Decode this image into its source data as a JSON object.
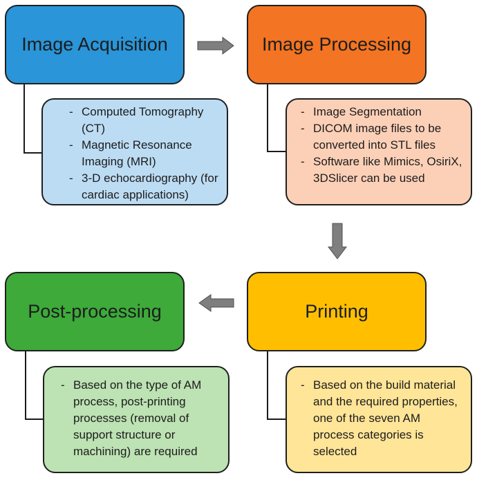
{
  "colors": {
    "acquisition_box": "#2a95d8",
    "acquisition_detail": "#bcdcf3",
    "processing_box": "#f37422",
    "processing_detail": "#fcd0b7",
    "printing_box": "#ffbf00",
    "printing_detail": "#ffe597",
    "postprocessing_box": "#3daa3a",
    "postprocessing_detail": "#bde2b3",
    "arrow_fill": "#7f7f7f"
  },
  "steps": [
    {
      "title": "Image Acquisition",
      "details": [
        "Computed Tomography (CT)",
        "Magnetic Resonance Imaging (MRI)",
        "3-D echocardiography (for cardiac applications)"
      ]
    },
    {
      "title": "Image Processing",
      "details": [
        "Image Segmentation",
        "DICOM image files to be converted into STL files",
        "Software like Mimics, OsiriX, 3DSlicer can be used"
      ]
    },
    {
      "title": "Printing",
      "details": [
        "Based on the build material and the required properties, one of the seven AM process categories is selected"
      ]
    },
    {
      "title": "Post-processing",
      "details": [
        "Based on the type of AM process, post-printing processes (removal of support structure or machining) are required"
      ]
    }
  ]
}
